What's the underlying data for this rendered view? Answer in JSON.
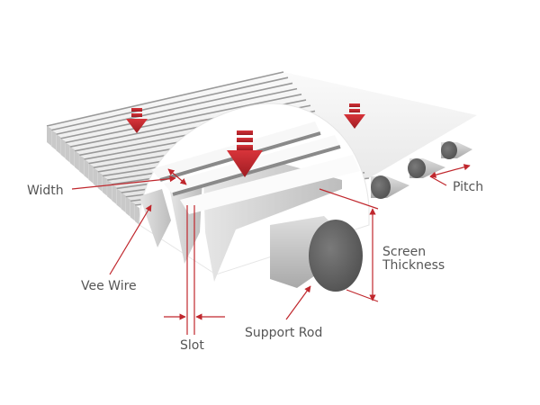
{
  "labels": {
    "width": "Width",
    "vee_wire": "Vee Wire",
    "slot": "Slot",
    "support_rod": "Support Rod",
    "screen_thickness_line1": "Screen",
    "screen_thickness_line2": "Thickness",
    "pitch": "Pitch"
  },
  "colors": {
    "leader": "#c0272d",
    "flow_arrow": "#c0272d",
    "label_text": "#555555",
    "wire_light": "#f2f2f2",
    "wire_dark": "#b5b5b5",
    "rod": "#6a6a6a"
  },
  "icons": {
    "flow_arrow": "down-arrow-icon"
  }
}
